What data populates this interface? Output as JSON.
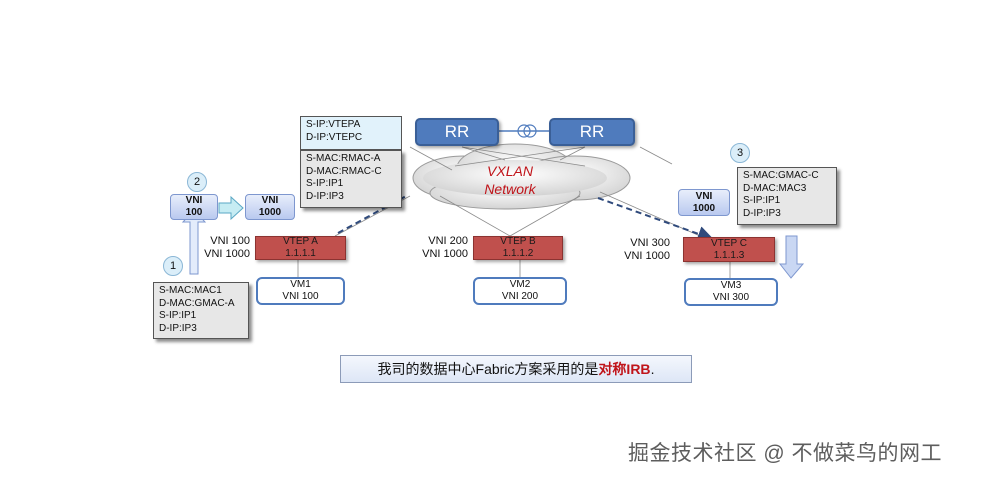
{
  "rr": {
    "left": "RR",
    "right": "RR"
  },
  "cloud": {
    "line1": "VXLAN",
    "line2": "Network"
  },
  "headers": {
    "outer": {
      "l1": "S-IP:VTEPA",
      "l2": "D-IP:VTEPC"
    },
    "inner": {
      "l1": "S-MAC:RMAC-A",
      "l2": "D-MAC:RMAC-C",
      "l3": "S-IP:IP1",
      "l4": "D-IP:IP3"
    },
    "step1": {
      "l1": "S-MAC:MAC1",
      "l2": "D-MAC:GMAC-A",
      "l3": "S-IP:IP1",
      "l4": "D-IP:IP3"
    },
    "step3": {
      "l1": "S-MAC:GMAC-C",
      "l2": "D-MAC:MAC3",
      "l3": "S-IP:IP1",
      "l4": "D-IP:IP3"
    }
  },
  "steps": {
    "s1": "1",
    "s2": "2",
    "s3": "3"
  },
  "vni_boxes": {
    "a100": {
      "l1": "VNI",
      "l2": "100"
    },
    "a1000": {
      "l1": "VNI",
      "l2": "1000"
    },
    "c1000": {
      "l1": "VNI",
      "l2": "1000"
    }
  },
  "vteps": {
    "a": {
      "name": "VTEP A",
      "ip": "1.1.1.1",
      "vni1": "VNI 100",
      "vni2": "VNI 1000"
    },
    "b": {
      "name": "VTEP B",
      "ip": "1.1.1.2",
      "vni1": "VNI 200",
      "vni2": "VNI 1000"
    },
    "c": {
      "name": "VTEP C",
      "ip": "1.1.1.3",
      "vni1": "VNI 300",
      "vni2": "VNI 1000"
    }
  },
  "vms": {
    "vm1": {
      "name": "VM1",
      "vni": "VNI 100"
    },
    "vm2": {
      "name": "VM2",
      "vni": "VNI 200"
    },
    "vm3": {
      "name": "VM3",
      "vni": "VNI 300"
    }
  },
  "caption": {
    "pre": "我司的数据中心Fabric方案采用的是",
    "highlight": "对称IRB",
    "post": "."
  },
  "watermark": "掘金技术社区 @ 不做菜鸟的网工",
  "colors": {
    "rr_blue": "#4f7bbd",
    "vtep_red": "#c0504d",
    "highlight_red": "#c0141a",
    "dashed_navy": "#2f4a7c"
  }
}
